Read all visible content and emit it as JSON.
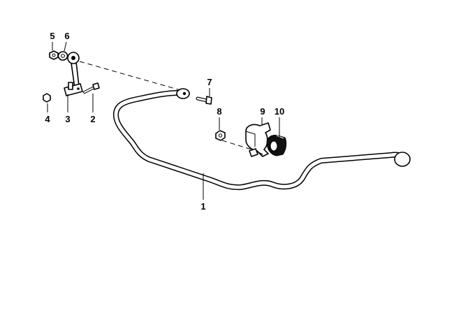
{
  "diagram": {
    "callouts": [
      {
        "id": "label-1",
        "text": "1"
      },
      {
        "id": "label-2",
        "text": "2"
      },
      {
        "id": "label-3",
        "text": "3"
      },
      {
        "id": "label-4",
        "text": "4"
      },
      {
        "id": "label-5",
        "text": "5"
      },
      {
        "id": "label-6",
        "text": "6"
      },
      {
        "id": "label-7",
        "text": "7"
      },
      {
        "id": "label-8",
        "text": "8"
      },
      {
        "id": "label-9",
        "text": "9"
      },
      {
        "id": "label-10",
        "text": "10"
      }
    ]
  }
}
